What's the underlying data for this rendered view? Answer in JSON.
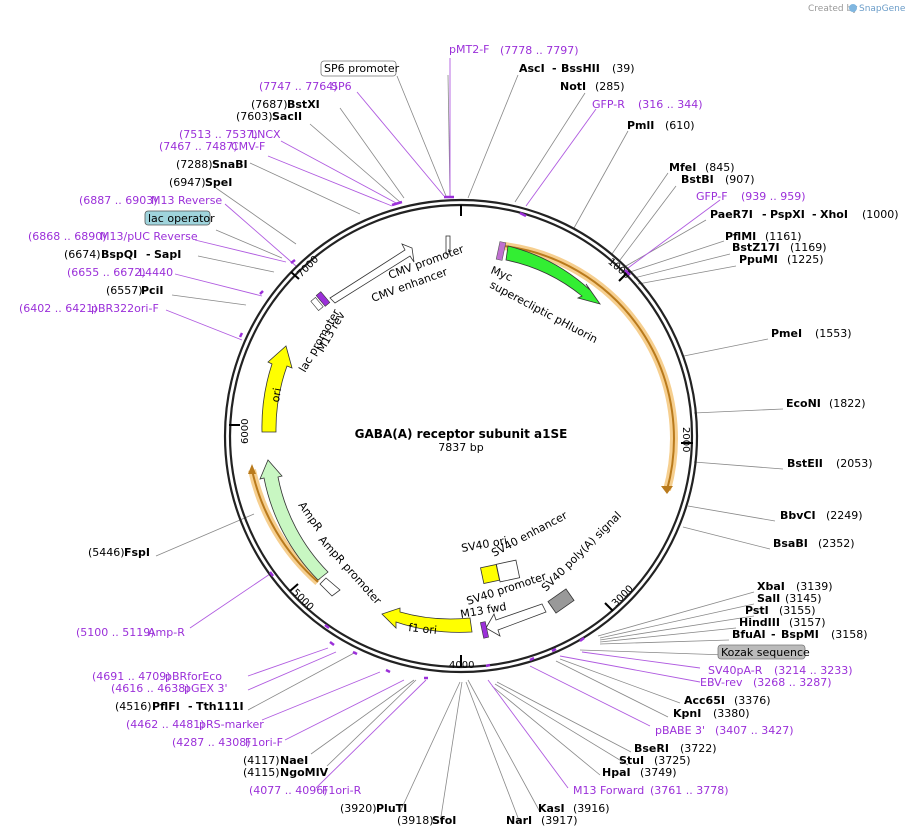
{
  "app": {
    "created_by": "Created by",
    "brand": "SnapGene"
  },
  "map": {
    "name": "GABA(A) receptor subunit a1SE",
    "length_label": "7837 bp",
    "ring_ticks": [
      "1000",
      "2000",
      "3000",
      "4000",
      "5000",
      "6000",
      "7000"
    ]
  },
  "colors": {
    "enzyme": "#000000",
    "primer": "#9b30d9",
    "orange_feature": "#e8a13a",
    "green_feature": "#33ee33",
    "ori_yellow": "#ffff00",
    "ampr_green": "#c8f7c2",
    "lac_operator_box": "#9fd4dc",
    "kozak_box": "#bbbbbb"
  },
  "features": {
    "myc": "Myc",
    "superecliptic": "superecliptic pHluorin",
    "cmv_promoter": "CMV promoter",
    "cmv_enhancer": "CMV enhancer",
    "lac_promoter": "lac promoter",
    "m13_rev": "M13 rev",
    "ori": "ori",
    "ampr": "AmpR",
    "ampr_promoter": "AmpR promoter",
    "sv40_ori": "SV40 ori",
    "sv40_enhancer": "SV40 enhancer",
    "sv40_polya": "SV40 poly(A) signal",
    "sv40_promoter": "SV40 promoter",
    "m13_fwd": "M13 fwd",
    "f1_ori": "f1 ori"
  },
  "boxed_labels": {
    "sp6_promoter": "SP6 promoter",
    "lac_operator": "lac operator",
    "kozak": "Kozak sequence"
  },
  "sites": {
    "pMT2F": {
      "name": "pMT2-F",
      "pos": "(7778 .. 7797)"
    },
    "AscI": {
      "name": "AscI",
      "sep": "-",
      "name2": "BssHII",
      "pos": "(39)"
    },
    "NotI": {
      "name": "NotI",
      "pos": "(285)"
    },
    "GFPR": {
      "name": "GFP-R",
      "pos": "(316 .. 344)"
    },
    "PmlI": {
      "name": "PmlI",
      "pos": "(610)"
    },
    "MfeI": {
      "name": "MfeI",
      "pos": "(845)"
    },
    "BstBI": {
      "name": "BstBI",
      "pos": "(907)"
    },
    "GFPF": {
      "name": "GFP-F",
      "pos": "(939 .. 959)"
    },
    "PaeR7I": {
      "name": "PaeR7I",
      "sep": "-",
      "name2": "PspXI",
      "sep2": "-",
      "name3": "XhoI",
      "pos": "(1000)"
    },
    "PflMI": {
      "name": "PflMI",
      "pos": "(1161)"
    },
    "BstZ17I": {
      "name": "BstZ17I",
      "pos": "(1169)"
    },
    "PpuMI": {
      "name": "PpuMI",
      "pos": "(1225)"
    },
    "PmeI": {
      "name": "PmeI",
      "pos": "(1553)"
    },
    "EcoNI": {
      "name": "EcoNI",
      "pos": "(1822)"
    },
    "BstEII": {
      "name": "BstEII",
      "pos": "(2053)"
    },
    "BbvCI": {
      "name": "BbvCI",
      "pos": "(2249)"
    },
    "BsaBI": {
      "name": "BsaBI",
      "pos": "(2352)"
    },
    "XbaI": {
      "name": "XbaI",
      "pos": "(3139)"
    },
    "SalI": {
      "name": "SalI",
      "pos": "(3145)"
    },
    "PstI": {
      "name": "PstI",
      "pos": "(3155)"
    },
    "HindIII": {
      "name": "HindIII",
      "pos": "(3157)"
    },
    "BfuAI": {
      "name": "BfuAI",
      "sep": "-",
      "name2": "BspMI",
      "pos": "(3158)"
    },
    "SV40pAR": {
      "name": "SV40pA-R",
      "pos": "(3214 .. 3233)"
    },
    "EBVrev": {
      "name": "EBV-rev",
      "pos": "(3268 .. 3287)"
    },
    "Acc65I": {
      "name": "Acc65I",
      "pos": "(3376)"
    },
    "KpnI": {
      "name": "KpnI",
      "pos": "(3380)"
    },
    "pBABE3": {
      "name": "pBABE 3'",
      "pos": "(3407 .. 3427)"
    },
    "BseRI": {
      "name": "BseRI",
      "pos": "(3722)"
    },
    "StuI": {
      "name": "StuI",
      "pos": "(3725)"
    },
    "HpaI": {
      "name": "HpaI",
      "pos": "(3749)"
    },
    "M13Forward": {
      "name": "M13 Forward",
      "pos": "(3761 .. 3778)"
    },
    "KasI": {
      "name": "KasI",
      "pos": "(3916)"
    },
    "NarI": {
      "name": "NarI",
      "pos": "(3917)"
    },
    "SfoI": {
      "name": "SfoI",
      "pos": "(3918)"
    },
    "PluTI": {
      "name": "PluTI",
      "pos": "(3920)"
    },
    "F1oriR": {
      "name": "F1ori-R",
      "pos": "(4077 .. 4096)"
    },
    "NgoMIV": {
      "name": "NgoMIV",
      "pos": "(4115)"
    },
    "NaeI": {
      "name": "NaeI",
      "pos": "(4117)"
    },
    "F1oriF": {
      "name": "F1ori-F",
      "pos": "(4287 .. 4308)"
    },
    "pRSmarker": {
      "name": "pRS-marker",
      "pos": "(4462 .. 4481)"
    },
    "PflFI": {
      "name": "PflFI",
      "sep": "-",
      "name2": "Tth111I",
      "pos": "(4516)"
    },
    "pGEX3": {
      "name": "pGEX 3'",
      "pos": "(4616 .. 4638)"
    },
    "pBRforEco": {
      "name": "pBRforEco",
      "pos": "(4691 .. 4709)"
    },
    "AmpR_primer": {
      "name": "Amp-R",
      "pos": "(5100 .. 5119)"
    },
    "FspI": {
      "name": "FspI",
      "pos": "(5446)"
    },
    "pBR322ori": {
      "name": "pBR322ori-F",
      "pos": "(6402 .. 6421)"
    },
    "PciI": {
      "name": "PciI",
      "pos": "(6557)"
    },
    "L4440": {
      "name": "L4440",
      "pos": "(6655 .. 6672)"
    },
    "BspQI": {
      "name": "BspQI",
      "sep": "-",
      "name2": "SapI",
      "pos": "(6674)"
    },
    "M13pUCRev": {
      "name": "M13/pUC Reverse",
      "pos": "(6868 .. 6890)"
    },
    "M13Reverse": {
      "name": "M13 Reverse",
      "pos": "(6887 .. 6903)"
    },
    "SpeI": {
      "name": "SpeI",
      "pos": "(6947)"
    },
    "SnaBI": {
      "name": "SnaBI",
      "pos": "(7288)"
    },
    "CMVF": {
      "name": "CMV-F",
      "pos": "(7467 .. 7487)"
    },
    "LNCX": {
      "name": "LNCX",
      "pos": "(7513 .. 7537)"
    },
    "SacII": {
      "name": "SacII",
      "pos": "(7603)"
    },
    "BstXI": {
      "name": "BstXI",
      "pos": "(7687)"
    },
    "SP6": {
      "name": "SP6",
      "pos": "(7747 .. 7764)"
    }
  }
}
